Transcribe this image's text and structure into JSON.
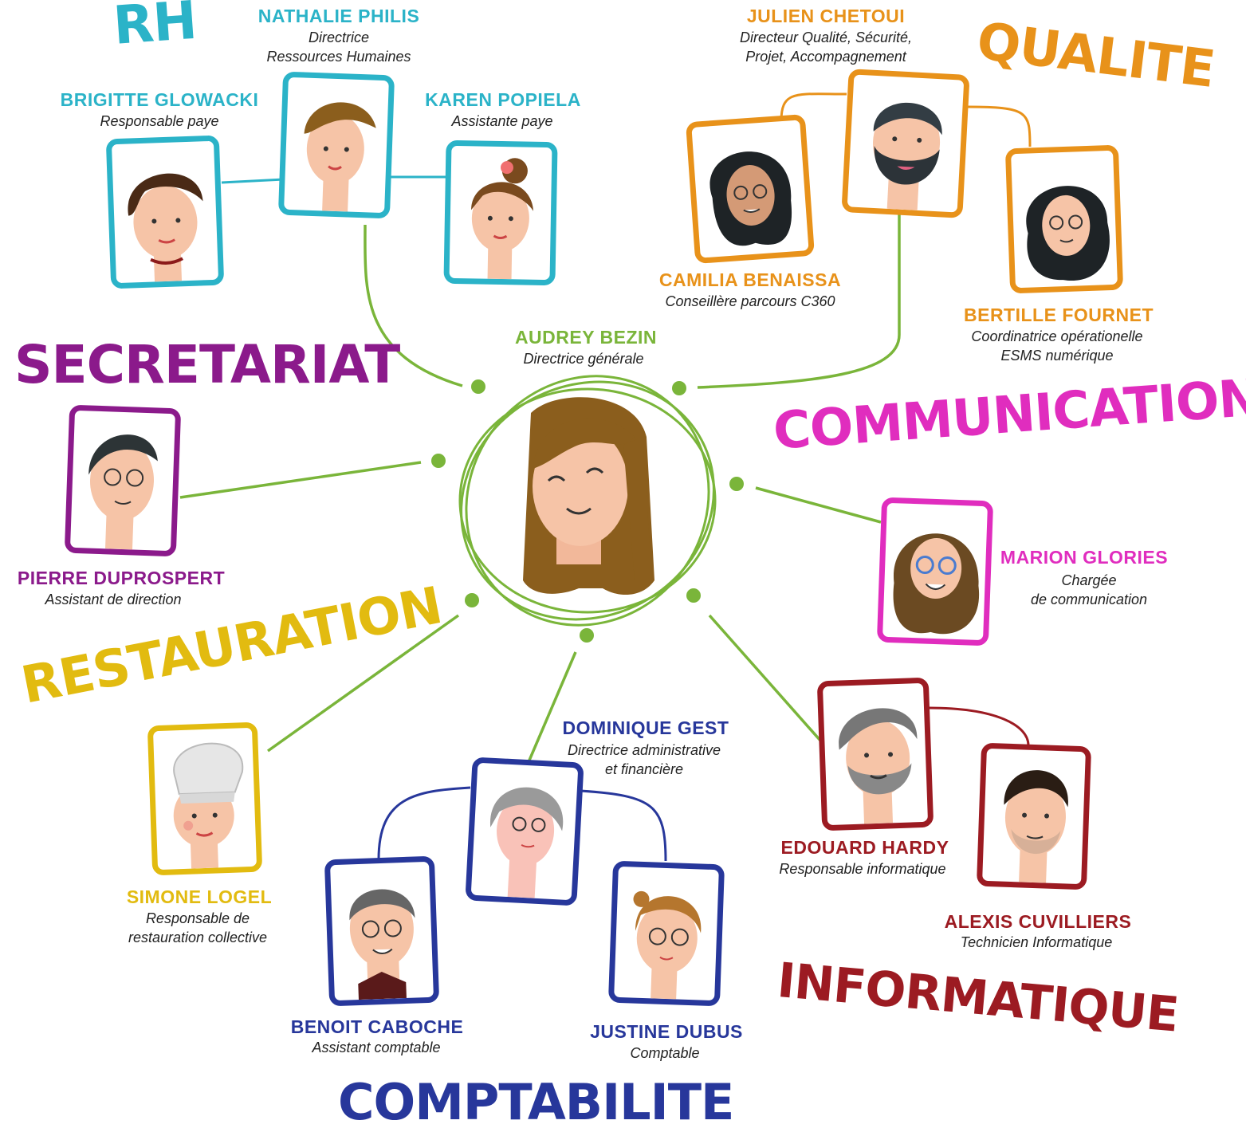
{
  "colors": {
    "rh": "#2bb3c8",
    "qualite": "#e8921a",
    "secretariat": "#8b1a8b",
    "communication": "#e02dbe",
    "restauration": "#e2bb10",
    "comptabilite": "#27379b",
    "informatique": "#9c1b22",
    "direction": "#7ab53a"
  },
  "departments": {
    "rh": "RH",
    "qualite": "QUALITE",
    "secretariat": "SECRETARIAT",
    "communication": "COMMUNICATION",
    "restauration": "RESTAURATION",
    "comptabilite": "COMPTABILITE",
    "informatique": "INFORMATIQUE"
  },
  "director": {
    "name": "AUDREY BEZIN",
    "role": "Directrice générale",
    "icon": "woman-long-brown-hair-portrait"
  },
  "people": {
    "nathalie": {
      "name": "NATHALIE PHILIS",
      "role": [
        "Directrice",
        "Ressources Humaines"
      ],
      "icon": "woman-short-brown-hair-portrait"
    },
    "brigitte": {
      "name": "BRIGITTE GLOWACKI",
      "role": [
        "Responsable paye"
      ],
      "icon": "woman-dark-short-hair-portrait"
    },
    "karen": {
      "name": "KAREN POPIELA",
      "role": [
        "Assistante paye"
      ],
      "icon": "woman-bun-hair-portrait"
    },
    "julien": {
      "name": "JULIEN CHETOUI",
      "role": [
        "Directeur Qualité, Sécurité,",
        "Projet, Accompagnement"
      ],
      "icon": "man-beard-portrait"
    },
    "camilia": {
      "name": "CAMILIA BENAISSA",
      "role": [
        "Conseillère parcours C360"
      ],
      "icon": "woman-curly-hair-glasses-portrait"
    },
    "bertille": {
      "name": "BERTILLE FOURNET",
      "role": [
        "Coordinatrice opérationelle",
        "ESMS numérique"
      ],
      "icon": "woman-wavy-hair-glasses-portrait"
    },
    "pierre": {
      "name": "PIERRE DUPROSPERT",
      "role": [
        "Assistant de direction"
      ],
      "icon": "man-glasses-portrait"
    },
    "marion": {
      "name": "MARION GLORIES",
      "role": [
        "Chargée",
        "de communication"
      ],
      "icon": "woman-curly-hair-blue-glasses-portrait"
    },
    "simone": {
      "name": "SIMONE LOGEL",
      "role": [
        "Responsable de",
        "restauration collective"
      ],
      "icon": "chef-hat-portrait"
    },
    "dominique": {
      "name": "DOMINIQUE GEST",
      "role": [
        "Directrice administrative",
        "et financière"
      ],
      "icon": "woman-grey-hair-glasses-portrait"
    },
    "benoit": {
      "name": "BENOIT CABOCHE",
      "role": [
        "Assistant comptable"
      ],
      "icon": "man-bowtie-glasses-portrait"
    },
    "justine": {
      "name": "JUSTINE DUBUS",
      "role": [
        "Comptable"
      ],
      "icon": "woman-glasses-portrait"
    },
    "edouard": {
      "name": "EDOUARD HARDY",
      "role": [
        "Responsable informatique"
      ],
      "icon": "man-grey-beard-portrait"
    },
    "alexis": {
      "name": "ALEXIS CUVILLIERS",
      "role": [
        "Technicien Informatique"
      ],
      "icon": "man-stubble-portrait"
    }
  }
}
